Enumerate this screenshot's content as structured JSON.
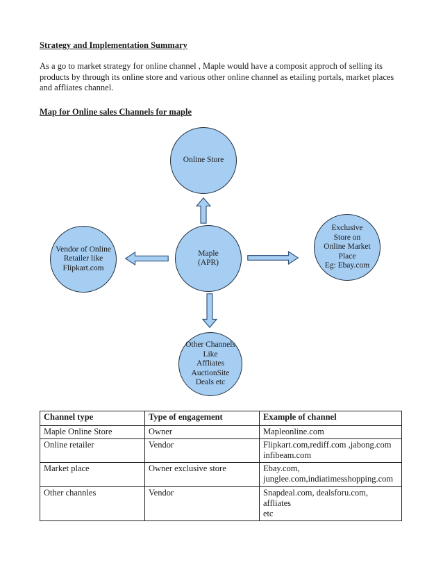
{
  "colors": {
    "node_fill": "#A6CDF2",
    "node_border": "#22303E",
    "arrow_border": "#35567D",
    "table_border": "#1F1F1F",
    "text": "#1A1A1A"
  },
  "page": {
    "title": "Strategy and Implementation Summary",
    "intro": "As a go to market strategy for online channel , Maple would have a composit approch of selling its\nproducts by through its online store and various other online channel as etailing portals, market places\nand affliates channel.",
    "diagram_heading": "Map for Online sales Channels for maple"
  },
  "diagram": {
    "nodes": {
      "top": {
        "label": "Online Store"
      },
      "center": {
        "label": "Maple\n(APR)"
      },
      "left": {
        "label": "Vendor of Online\nRetailer like\nFlipkart.com"
      },
      "right": {
        "label": "Exclusive\nStore on\nOnline Market\nPlace\nEg: Ebay.com"
      },
      "bottom": {
        "label": "Other Channels\nLike\nAffliates\nAuctionSite\nDeals etc"
      }
    },
    "arrows": [
      {
        "name": "maple-to-online-store",
        "direction": "up"
      },
      {
        "name": "maple-to-other-channels",
        "direction": "down"
      },
      {
        "name": "maple-to-vendor-retailer",
        "direction": "left"
      },
      {
        "name": "maple-to-exclusive-store",
        "direction": "right"
      }
    ]
  },
  "table": {
    "headers": [
      "Channel type",
      "Type of engagement",
      "Example of channel"
    ],
    "rows": [
      [
        "Maple Online Store",
        "Owner",
        "Mapleonline.com"
      ],
      [
        "Online retailer",
        "Vendor",
        "Flipkart.com,rediff.com ,jabong.com\ninfibeam.com"
      ],
      [
        "Market place",
        "Owner exclusive store",
        "Ebay.com,\njunglee.com,indiatimesshopping.com"
      ],
      [
        "Other channles",
        "Vendor",
        "Snapdeal.com, dealsforu.com, affliates\netc"
      ]
    ]
  }
}
